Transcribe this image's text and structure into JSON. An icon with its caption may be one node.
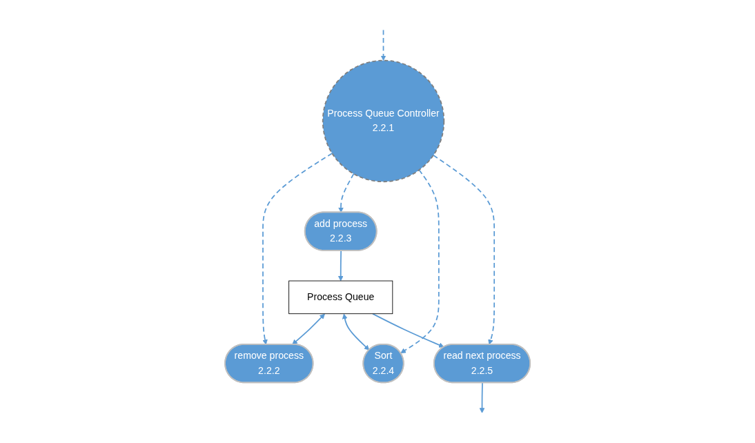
{
  "diagram": {
    "nodes": [
      {
        "text": [
          "Process Queue"
        ]
      },
      {
        "text": [
          "remove process",
          "2.2.2"
        ]
      },
      {
        "text": [
          "add process",
          "2.2.3"
        ]
      },
      {
        "text": [
          "Sort",
          "2.2.4"
        ]
      },
      {
        "text": [
          "read next process",
          "2.2.5"
        ]
      },
      {
        "text": [
          "Process Queue Controller",
          "2.2.1"
        ]
      }
    ],
    "edges": [
      {
        "from": 0,
        "to": 1,
        "arrow": "both"
      },
      {
        "from": 2,
        "to": 0,
        "arrow": "to"
      },
      {
        "from": 0,
        "to": 3,
        "arrow": "both"
      },
      {
        "from": 0,
        "to": 4,
        "arrow": "to"
      },
      {
        "from": 4,
        "to": null,
        "arrow": "to"
      },
      {
        "from": null,
        "to": 5,
        "arrow": "to",
        "style": "dashed"
      },
      {
        "from": 5,
        "to": 1,
        "arrow": "to",
        "style": "dashed"
      },
      {
        "from": 5,
        "to": 2,
        "arrow": "to",
        "style": "dashed"
      },
      {
        "from": 5,
        "to": 3,
        "arrow": "to",
        "style": "dashed"
      },
      {
        "from": 5,
        "to": 4,
        "arrow": "to",
        "style": "dashed"
      }
    ]
  }
}
